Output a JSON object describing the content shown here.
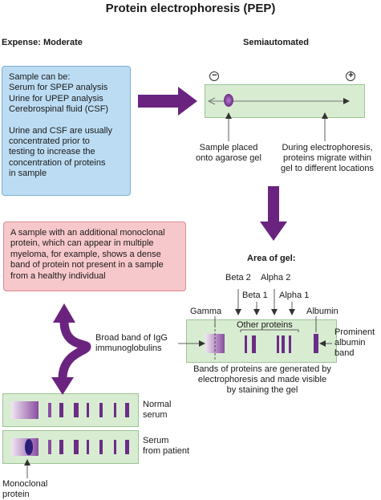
{
  "title": "Protein electrophoresis (PEP)",
  "expense": "Expense: Moderate",
  "automation": "Semiautomated",
  "sample_box": {
    "lines": [
      "Sample can be:",
      "Serum for SPEP analysis",
      "Urine for UPEP analysis",
      "Cerebrospinal fluid (CSF)",
      "",
      "Urine and CSF are usually",
      "concentrated prior to",
      "testing to increase the",
      "concentration of proteins",
      "in sample"
    ]
  },
  "monoclonal_box": {
    "lines": [
      "A sample with an additional monoclonal",
      "protein, which can appear in multiple",
      "myeloma, for example, shows a dense",
      "band of protein not present in a sample",
      "from a healthy individual"
    ]
  },
  "electrode_minus": "−",
  "electrode_plus": "+",
  "sample_placed": [
    "Sample placed",
    "onto agarose gel"
  ],
  "during_electrophoresis": [
    "During electrophoresis,",
    "proteins migrate within",
    "gel to different locations"
  ],
  "area_of_gel": "Area of gel:",
  "fractions": {
    "beta2": "Beta 2",
    "beta1": "Beta 1",
    "alpha2": "Alpha 2",
    "alpha1": "Alpha 1",
    "gamma": "Gamma",
    "albumin": "Albumin"
  },
  "other_proteins": "Other proteins",
  "igg_label": [
    "Broad band of IgG",
    "immunoglobulins"
  ],
  "albumin_band_label": [
    "Prominent",
    "albumin",
    "band"
  ],
  "bands_caption": [
    "Bands of proteins are generated by",
    "electrophoresis and made visible",
    "by staining the gel"
  ],
  "normal_serum": [
    "Normal",
    "serum"
  ],
  "patient_serum": [
    "Serum",
    "from patient"
  ],
  "monoclonal_protein": [
    "Monoclonal",
    "protein"
  ],
  "colors": {
    "accent_purple": "#6a2480",
    "band_purple": "#6b2d86",
    "gel_green": "#d8ecd2",
    "box_blue": "#bcdcf3",
    "box_pink": "#f7c8cb"
  }
}
